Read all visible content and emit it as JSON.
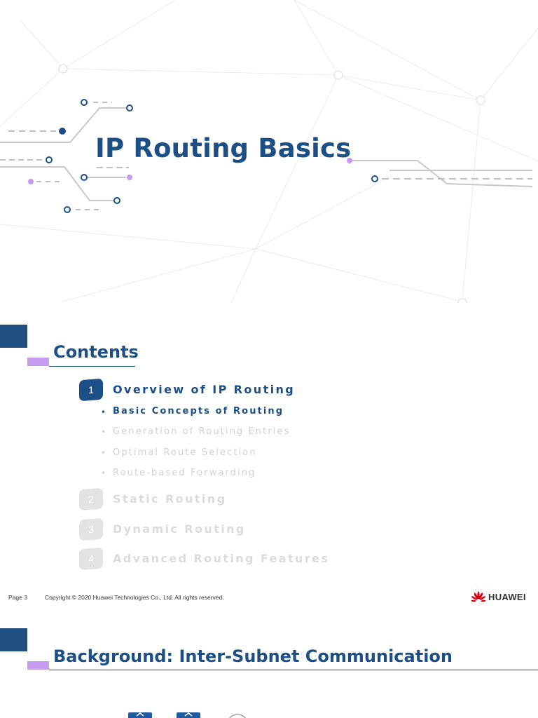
{
  "title_slide": {
    "title": "IP Routing Basics"
  },
  "contents_slide": {
    "heading": "Contents",
    "items": [
      {
        "number": "1",
        "label": "Overview of IP Routing",
        "state": "active"
      },
      {
        "number": "2",
        "label": "Static Routing",
        "state": "inactive"
      },
      {
        "number": "3",
        "label": "Dynamic Routing",
        "state": "inactive"
      },
      {
        "number": "4",
        "label": "Advanced Routing Features",
        "state": "inactive"
      }
    ],
    "subitems": [
      {
        "bullet": "•",
        "label": "Basic Concepts of Routing",
        "state": "active"
      },
      {
        "bullet": "•",
        "label": "Generation of Routing Entries",
        "state": "inactive"
      },
      {
        "bullet": "•",
        "label": "Optimal Route Selection",
        "state": "inactive"
      },
      {
        "bullet": "•",
        "label": "Route-based Forwarding",
        "state": "inactive"
      }
    ],
    "footer": {
      "page": "Page 3",
      "copyright": "Copyright © 2020 Huawei Technologies Co., Ltd. All rights reserved.",
      "logo_text": "HUAWEI"
    }
  },
  "background_slide": {
    "heading": "Background: Inter-Subnet Communication"
  },
  "colors": {
    "primary": "#1c4f86",
    "accent": "#c79cf0",
    "logo_red": "#d7000f"
  },
  "icons": [
    "circuit-decoration",
    "huawei-logo-icon",
    "router-icon",
    "switch-icon"
  ]
}
